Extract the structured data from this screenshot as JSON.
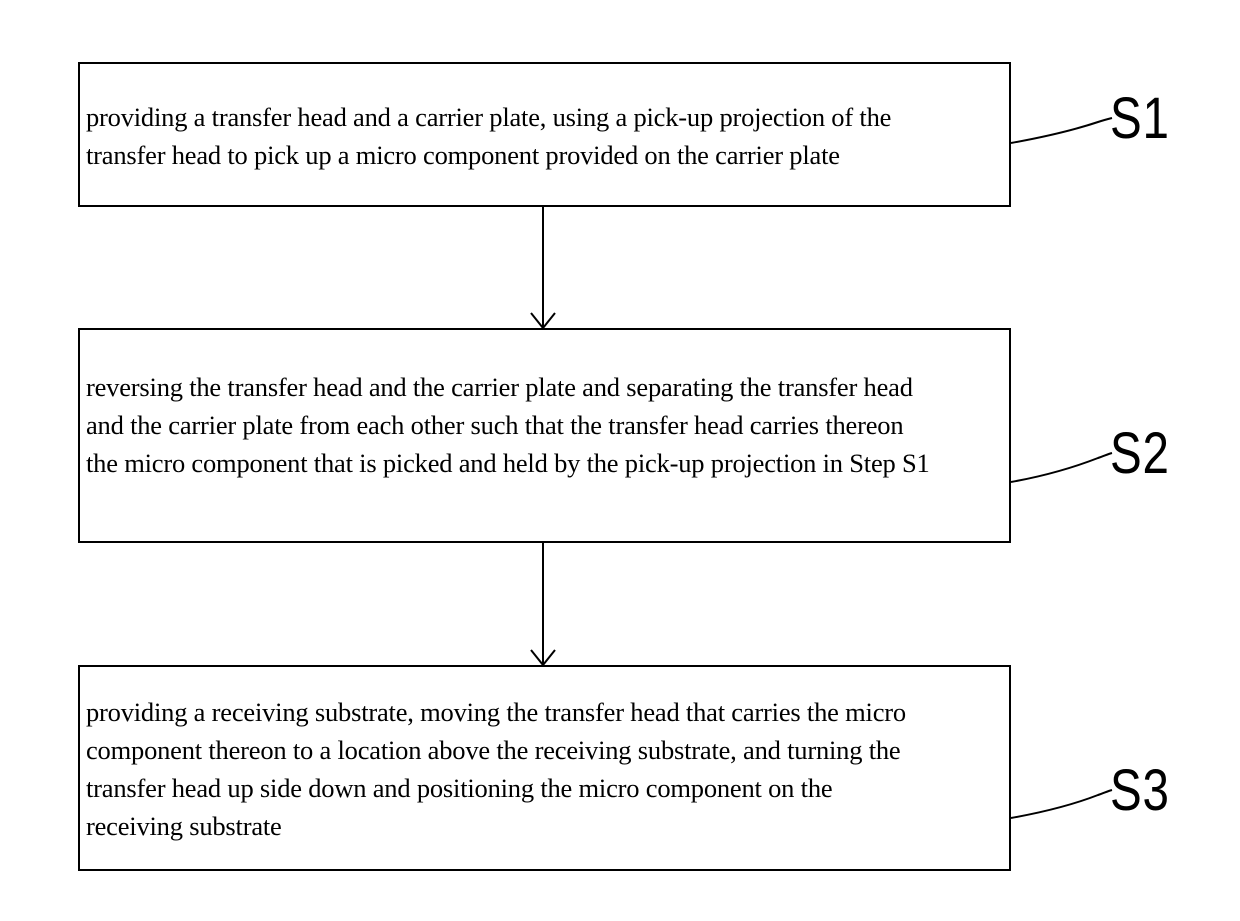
{
  "steps": [
    {
      "label": "S1",
      "text": "providing a transfer head and a carrier plate, using a pick-up projection of the\ntransfer head to pick up a micro component provided on the carrier plate"
    },
    {
      "label": "S2",
      "text": "reversing the transfer head and the carrier plate and separating the transfer head\nand the carrier plate from each other such that the transfer head carries thereon\nthe micro component that is picked and held by the pick-up projection in Step S1"
    },
    {
      "label": "S3",
      "text": "providing a receiving substrate, moving the transfer head that carries the micro\ncomponent thereon to a location above the receiving substrate, and turning the\ntransfer head up side down and positioning the micro component on the\nreceiving substrate"
    }
  ]
}
